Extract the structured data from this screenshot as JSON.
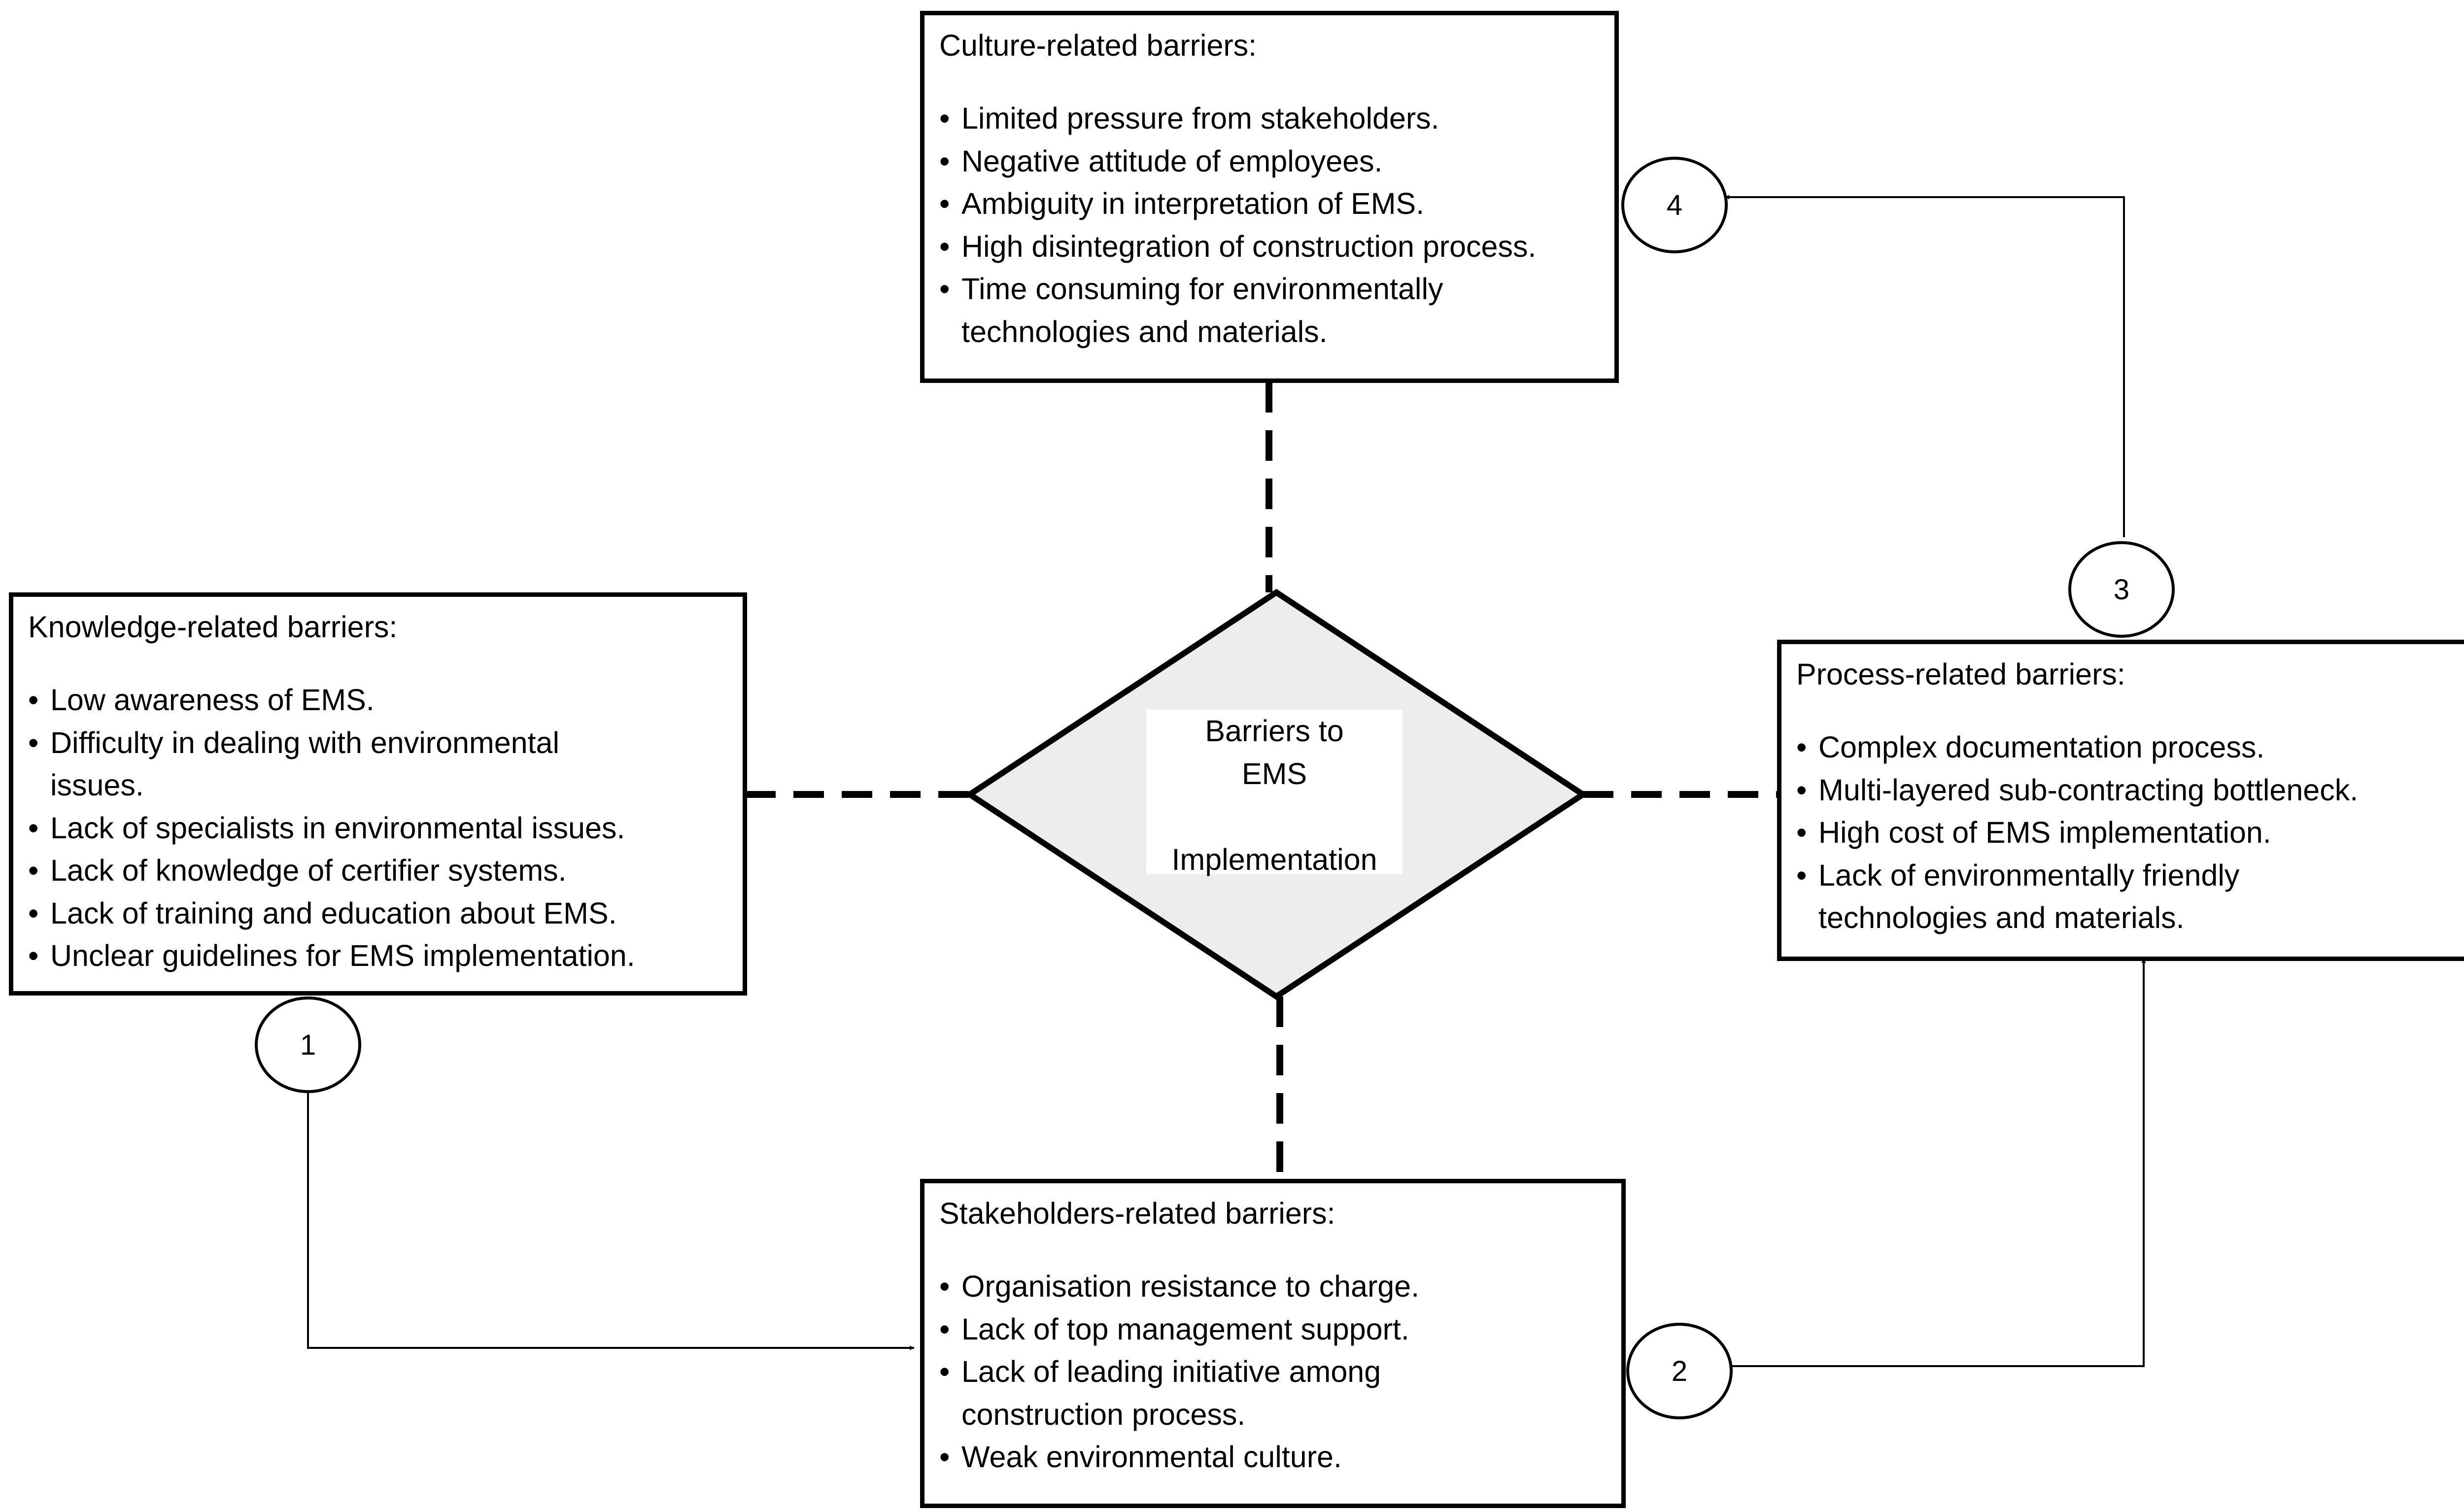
{
  "center": {
    "label": "Barriers to\nEMS\n\nImplementation"
  },
  "boxes": {
    "culture": {
      "title": "Culture-related barriers:",
      "items": [
        "Limited pressure from stakeholders.",
        "Negative attitude of employees.",
        "Ambiguity in interpretation of EMS.",
        "High disintegration of construction process.",
        "Time consuming for environmentally\ntechnologies and materials."
      ]
    },
    "knowledge": {
      "title": "Knowledge-related barriers:",
      "items": [
        "Low awareness of EMS.",
        "Difficulty in dealing with environmental\nissues.",
        "Lack of specialists in environmental issues.",
        "Lack of knowledge of certifier systems.",
        "Lack of training and education about EMS.",
        "Unclear guidelines for EMS implementation."
      ]
    },
    "process": {
      "title": "Process-related barriers:",
      "items": [
        "Complex documentation process.",
        "Multi-layered sub-contracting bottleneck.",
        "High cost of EMS implementation.",
        "Lack of environmentally friendly\ntechnologies and materials."
      ]
    },
    "stakeholders": {
      "title": "Stakeholders-related barriers:",
      "items": [
        "Organisation resistance to charge.",
        "Lack of top management support.",
        "Lack of leading initiative among\nconstruction process.",
        "Weak environmental culture."
      ]
    }
  },
  "steps": [
    "1",
    "2",
    "3",
    "4"
  ],
  "colors": {
    "stroke": "#000000",
    "diamond_fill": "#ededed",
    "background": "#ffffff"
  }
}
